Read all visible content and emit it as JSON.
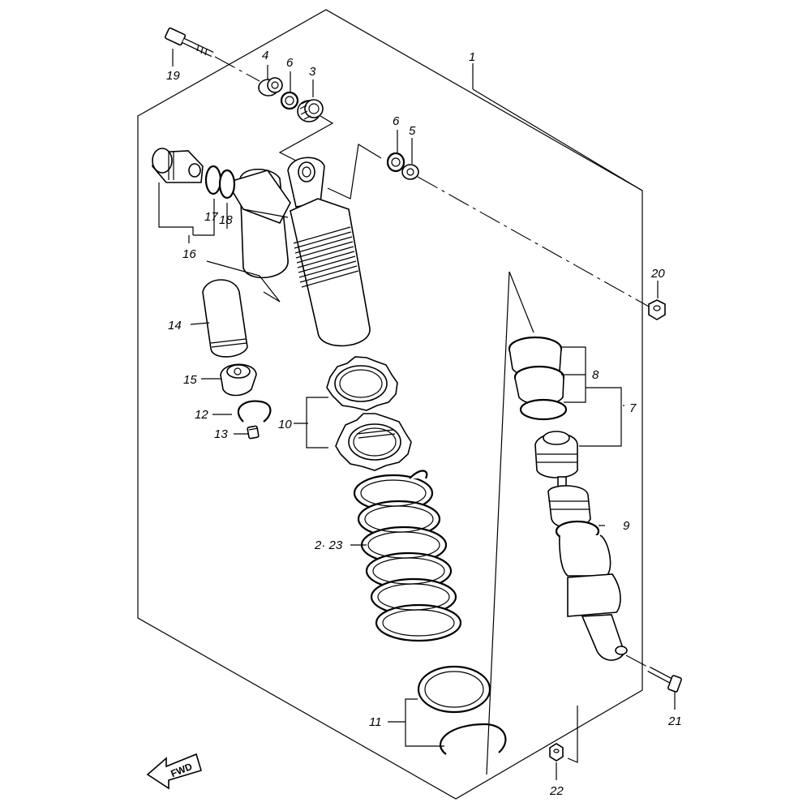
{
  "labels": {
    "l1": "1",
    "l2_23": "2· 23",
    "l3": "3",
    "l4": "4",
    "l5": "5",
    "l6a": "6",
    "l6b": "6",
    "l7": "7",
    "l8": "8",
    "l9": "9",
    "l10": "10",
    "l11": "11",
    "l12": "12",
    "l13": "13",
    "l14": "14",
    "l15": "15",
    "l16": "16",
    "l17": "17",
    "l18": "18",
    "l19": "19",
    "l20": "20",
    "l21": "21",
    "l22": "22"
  },
  "fwd": "FWD"
}
